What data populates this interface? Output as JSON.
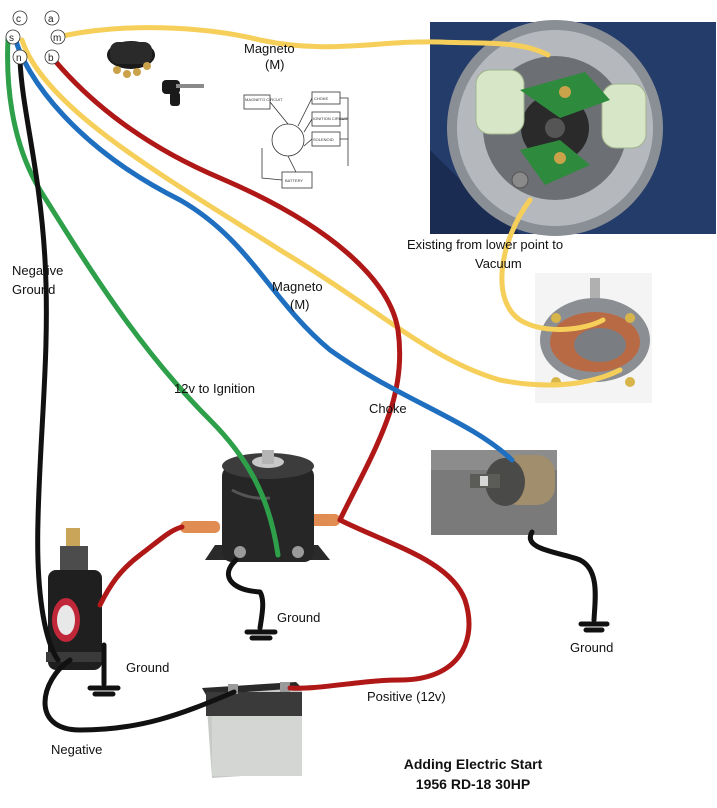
{
  "title": {
    "line1": "Adding Electric Start",
    "line2": "1956 RD-18 30HP"
  },
  "labels": {
    "magneto_top": "Magneto",
    "magneto_top_m": "(M)",
    "magneto_mid": "Magneto",
    "magneto_mid_m": "(M)",
    "existing_line1": "Existing from lower point to",
    "existing_line2": "Vacuum",
    "negative_ground_line1": "Negative",
    "negative_ground_line2": "Ground",
    "ignition": "12v to Ignition",
    "choke": "Choke",
    "ground_solenoid": "Ground",
    "ground_starter": "Ground",
    "ground_choke": "Ground",
    "positive": "Positive (12v)",
    "negative": "Negative"
  },
  "switch_pins": {
    "c": "c",
    "a": "a",
    "s": "s",
    "m": "m",
    "n": "n",
    "b": "b"
  },
  "schematic_labels": {
    "magneto_circuit": "MAGNETO CIRCUIT",
    "choke": "CHOKE",
    "ignition_circuit": "IGNITION CIRCUIT",
    "solenoid": "SOLENOID",
    "battery": "BATTERY"
  },
  "colors": {
    "magneto_wire": "#f5cf5a",
    "positive_wire": "#b01818",
    "ground_wire": "#111111",
    "ignition_wire": "#2ea04a",
    "choke_wire": "#1f6fc0"
  }
}
